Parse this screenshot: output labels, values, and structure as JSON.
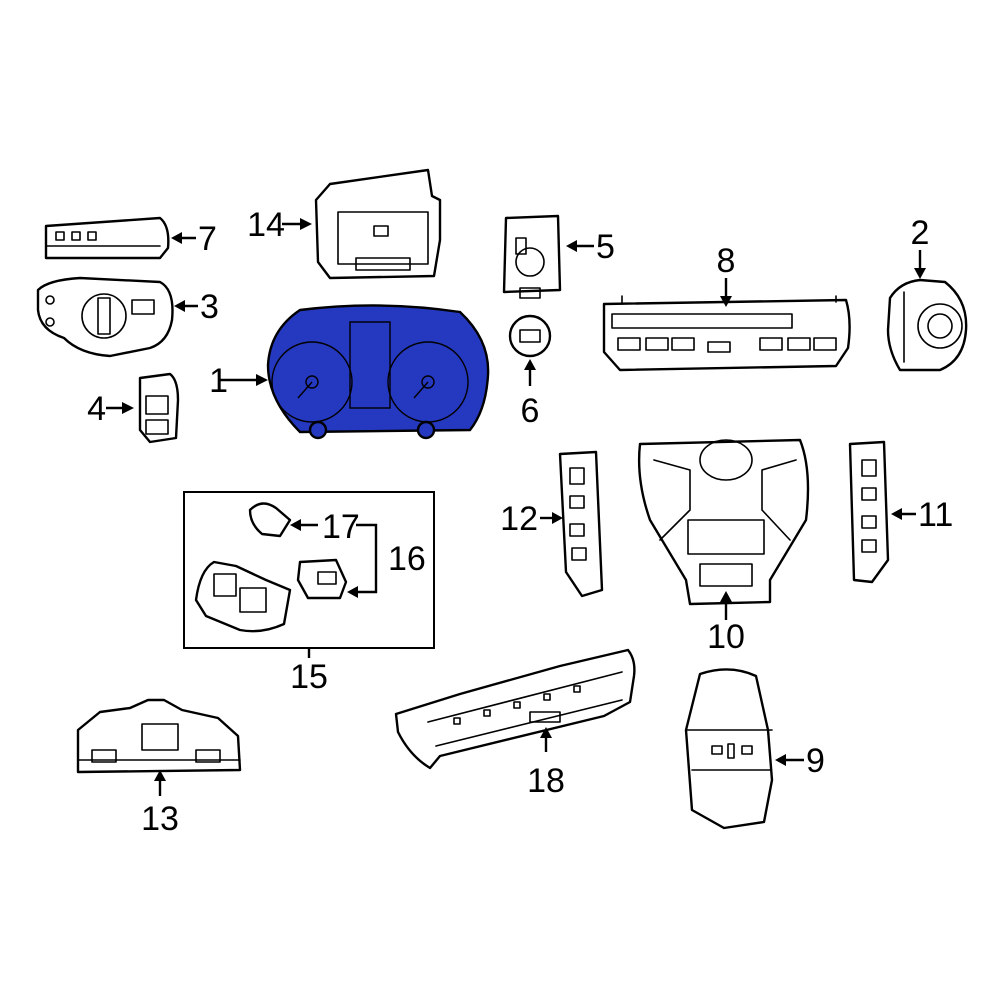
{
  "diagram": {
    "highlight_color": "#2438c0",
    "callouts": {
      "c1": "1",
      "c2": "2",
      "c3": "3",
      "c4": "4",
      "c5": "5",
      "c6": "6",
      "c7": "7",
      "c8": "8",
      "c9": "9",
      "c10": "10",
      "c11": "11",
      "c12": "12",
      "c13": "13",
      "c14": "14",
      "c15": "15",
      "c16": "16",
      "c17": "17",
      "c18": "18"
    }
  }
}
